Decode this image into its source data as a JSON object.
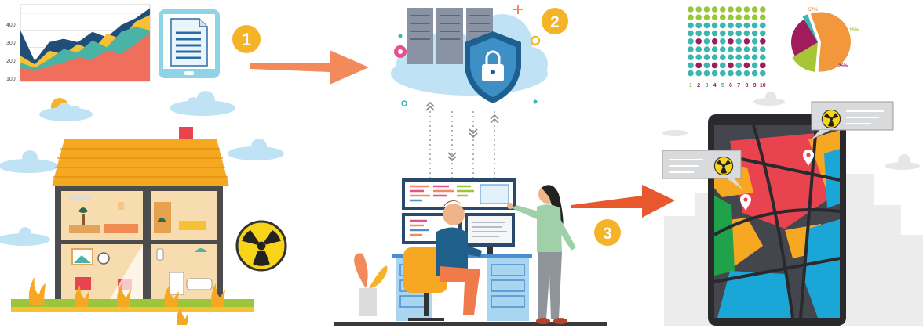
{
  "steps": [
    {
      "number": "1"
    },
    {
      "number": "2"
    },
    {
      "number": "3"
    }
  ],
  "line_chart": {
    "y_ticks": [
      "400",
      "300",
      "200",
      "100"
    ],
    "series_colors": [
      "#1f4f78",
      "#f6c135",
      "#4ab3a6",
      "#ef6f5c"
    ],
    "series": [
      [
        300,
        120,
        230,
        250,
        230,
        290,
        260,
        330,
        370,
        430
      ],
      [
        150,
        100,
        180,
        160,
        220,
        180,
        280,
        250,
        350,
        390
      ],
      [
        110,
        80,
        130,
        190,
        170,
        240,
        200,
        290,
        320,
        300
      ],
      [
        80,
        60,
        90,
        110,
        140,
        130,
        180,
        160,
        220,
        280
      ]
    ]
  },
  "dot_matrix": {
    "columns": [
      "1",
      "2",
      "3",
      "4",
      "5",
      "6",
      "7",
      "8",
      "9",
      "10"
    ],
    "column_colors": [
      "#9bc63c",
      "#a01c5c",
      "#2ab3b1",
      "#a01c5c",
      "#2ab3b1",
      "#a01c5c",
      "#a01c5c",
      "#a01c5c",
      "#a01c5c",
      "#a01c5c"
    ]
  },
  "pie_chart": {
    "type": "pie",
    "slices": [
      {
        "label": "57%",
        "value": 57,
        "color": "#f2973b"
      },
      {
        "label": "15%",
        "value": 15,
        "color": "#a8c536"
      },
      {
        "label": "25%",
        "value": 25,
        "color": "#a01c5c"
      },
      {
        "label": "",
        "value": 3,
        "color": "#3db6b1"
      }
    ]
  },
  "colors": {
    "step_badge": "#f5b428",
    "arrow_1": "#f28a5c",
    "arrow_3": "#e8582c",
    "cloud": "#bfe3f5",
    "shield": "#1e5f8f",
    "roof": "#f6a823",
    "hazard": "#f7d417"
  },
  "icons": [
    "radiation-icon",
    "lock-icon",
    "location-pin-icon",
    "tablet-document-icon"
  ]
}
